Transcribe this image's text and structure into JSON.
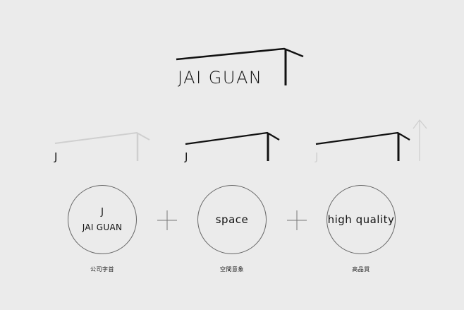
{
  "brand": {
    "name": "JAI GUAN"
  },
  "concepts": [
    {
      "letter": "J",
      "name": "JAI GUAN",
      "caption": "公司字首"
    },
    {
      "word": "space",
      "caption": "空間意象"
    },
    {
      "word": "high quality",
      "caption": "高品質"
    }
  ],
  "roof_variants": [
    {
      "letter": "J",
      "style": "light-roof"
    },
    {
      "letter": "J",
      "style": "dark-roof"
    },
    {
      "letter": "J",
      "style": "dark-roof-with-arrow"
    }
  ],
  "colors": {
    "background": "#ebebeb",
    "ink": "#111111",
    "light_line": "#c8c8c8",
    "circle_stroke": "#666666"
  }
}
